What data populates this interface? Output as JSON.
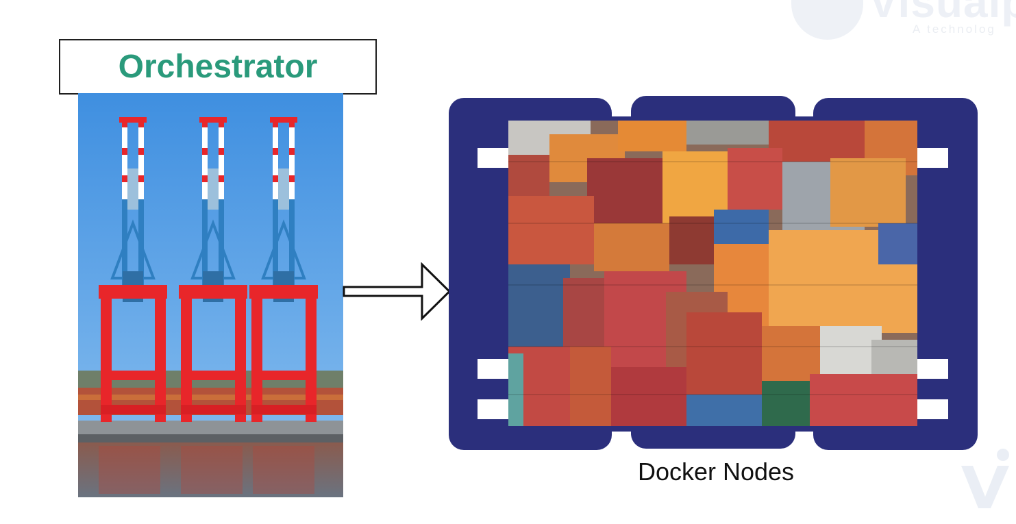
{
  "orchestrator": {
    "title": "Orchestrator"
  },
  "nodes": {
    "label": "Docker Nodes"
  },
  "watermark": {
    "brand": "Visualp",
    "tagline": "A technolog"
  },
  "colors": {
    "title_text": "#2a9a7b",
    "node_frame": "#2b2f7c",
    "crane_red": "#e8262a",
    "crane_blue": "#2f7fc1",
    "sky": "#5a9ee0"
  },
  "icons": {
    "watermark_logo": "visualpath-logo",
    "arrow": "right-arrow-icon"
  }
}
